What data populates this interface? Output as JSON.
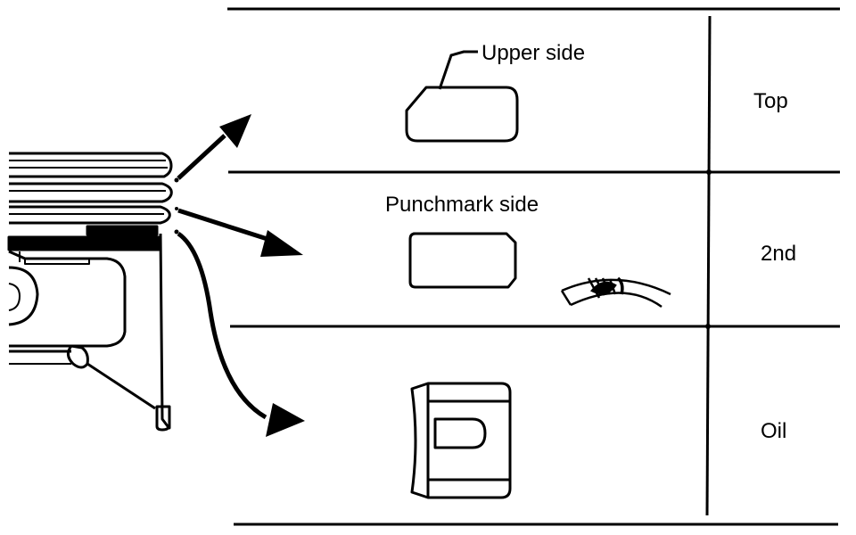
{
  "labels": {
    "upper_side": "Upper side",
    "punchmark_side": "Punchmark side"
  },
  "rows": [
    {
      "name": "Top"
    },
    {
      "name": "2nd"
    },
    {
      "name": "Oil"
    }
  ],
  "colors": {
    "ink": "#000000",
    "background": "#ffffff"
  }
}
